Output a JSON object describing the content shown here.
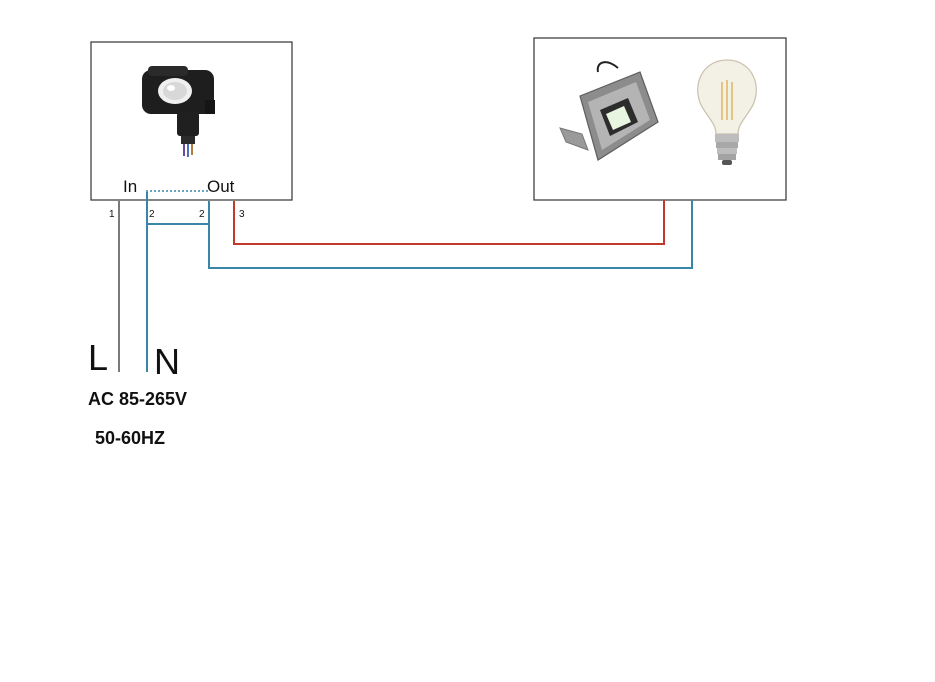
{
  "sensor_box": {
    "in_label": "In",
    "out_label": "Out",
    "pin_1": "1",
    "pin_2_left": "2",
    "pin_2_right": "2",
    "pin_3": "3",
    "device_icon": "pir-motion-sensor-icon"
  },
  "load_box": {
    "floodlight_icon": "led-floodlight-icon",
    "bulb_icon": "filament-bulb-icon"
  },
  "supply": {
    "line_label": "L",
    "neutral_label": "N",
    "voltage": "AC 85-265V",
    "frequency": "50-60HZ"
  },
  "colors": {
    "line_wire": "#7a7a7a",
    "neutral_wire": "#3a86a8",
    "switched_wire": "#c0392b",
    "box_border": "#333333"
  }
}
